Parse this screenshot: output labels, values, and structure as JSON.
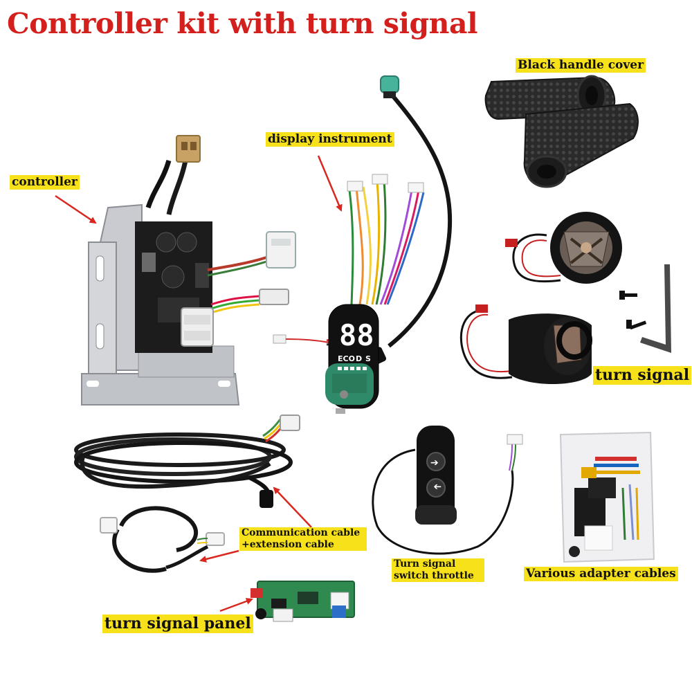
{
  "title": "Controller kit with turn signal",
  "colors": {
    "title": "#d3201d",
    "label_highlight": "#f6e11a",
    "arrow": "#d9271f"
  },
  "labels": {
    "controller": "controller",
    "display_instrument": "display instrument",
    "black_handle_cover": "Black handle cover",
    "turn_signal": "turn signal",
    "communication_cable_line1": "Communication cable",
    "communication_cable_line2": "+extension cable",
    "turn_signal_switch_line1": "Turn signal",
    "turn_signal_switch_line2": "switch throttle",
    "various_adapter_cables": "Various adapter cables",
    "turn_signal_panel": "turn signal panel"
  },
  "display_text": {
    "digits": "88",
    "mode_eco": "ECO",
    "mode_d": "D",
    "mode_s": "S"
  }
}
